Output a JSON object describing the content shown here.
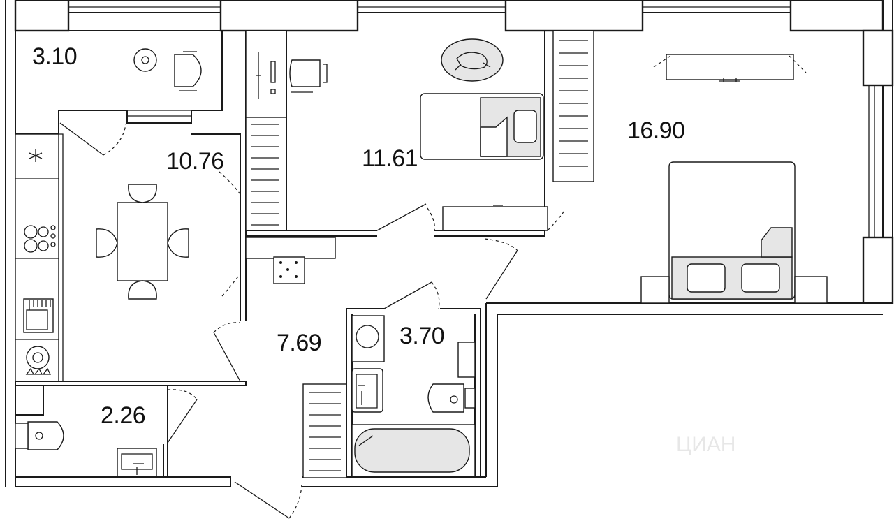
{
  "rooms": {
    "balcony": {
      "area": "3.10"
    },
    "kitchen": {
      "area": "10.76"
    },
    "bedroom_small": {
      "area": "11.61"
    },
    "bedroom_main": {
      "area": "16.90"
    },
    "hall": {
      "area": "7.69"
    },
    "bathroom": {
      "area": "3.70"
    },
    "toilet": {
      "area": "2.26"
    }
  },
  "watermark": {
    "text": "ЦИАН"
  },
  "colors": {
    "wall": "#1a1a1a",
    "background": "#ffffff",
    "furniture_fill": "#e6e6e6"
  }
}
